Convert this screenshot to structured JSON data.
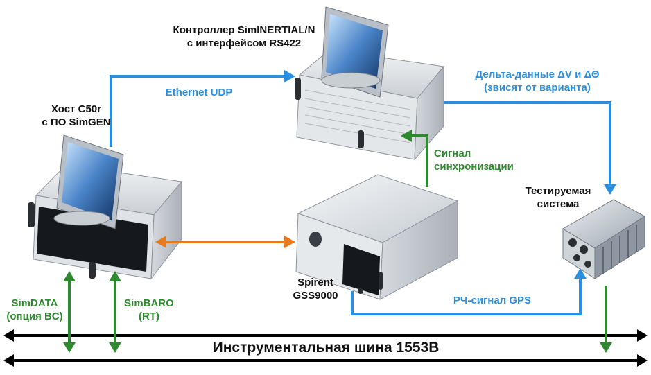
{
  "colors": {
    "blue": "#2b8fe0",
    "green": "#2f8a2f",
    "orange": "#e67a1e",
    "black": "#000000",
    "text_dark": "#111111"
  },
  "nodes": {
    "host": {
      "line1": "Хост C50r",
      "line2": "с ПО SimGEN",
      "icon": "workstation-icon"
    },
    "controller": {
      "line1": "Контроллер SimINERTIAL/N",
      "line2": "с интерфейсом RS422",
      "icon": "workstation-icon"
    },
    "spirent": {
      "line1": "Spirent",
      "line2": "GSS9000",
      "icon": "signal-generator-icon"
    },
    "dut": {
      "line1": "Тестируемая",
      "line2": "система",
      "icon": "device-under-test-icon"
    }
  },
  "edges": {
    "ethernet": {
      "label": "Ethernet UDP",
      "color": "blue"
    },
    "delta": {
      "line1": "Дельта-данные ΔV и ΔΘ",
      "line2": "(звисят от варианта)",
      "color": "blue"
    },
    "sync": {
      "line1": "Сигнал",
      "line2": "синхронизации",
      "color": "green"
    },
    "rf": {
      "label": "РЧ-сигнал GPS",
      "color": "blue"
    },
    "simdata": {
      "line1": "SimDATA",
      "line2": "(опция BC)",
      "color": "green"
    },
    "simbaro": {
      "line1": "SimBARO",
      "line2": "(RT)",
      "color": "green"
    },
    "host_spirent": {
      "color": "orange"
    }
  },
  "bus": {
    "label": "Инструментальная шина 1553B"
  }
}
